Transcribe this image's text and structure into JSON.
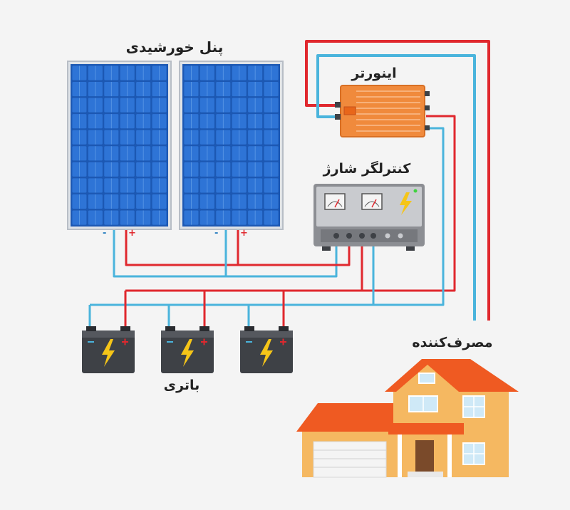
{
  "labels": {
    "solar_panel": "پنل خورشیدی",
    "inverter": "اینورتر",
    "charge_controller": "کنترلگر شارژ",
    "battery": "باتری",
    "consumer": "مصرف‌کننده"
  },
  "terminal_signs": {
    "negative": "-",
    "positive": "+"
  },
  "colors": {
    "background": "#f4f4f4",
    "wire_positive": "#e0282e",
    "wire_negative": "#4ab4dc",
    "panel_blue": "#1f62c4",
    "inverter_orange": "#f08a3c",
    "controller_gray": "#8c8e93",
    "battery_dark": "#3e4146",
    "bolt_yellow": "#f5c518",
    "house_wall": "#f5b861",
    "house_roof": "#ef5a22"
  }
}
